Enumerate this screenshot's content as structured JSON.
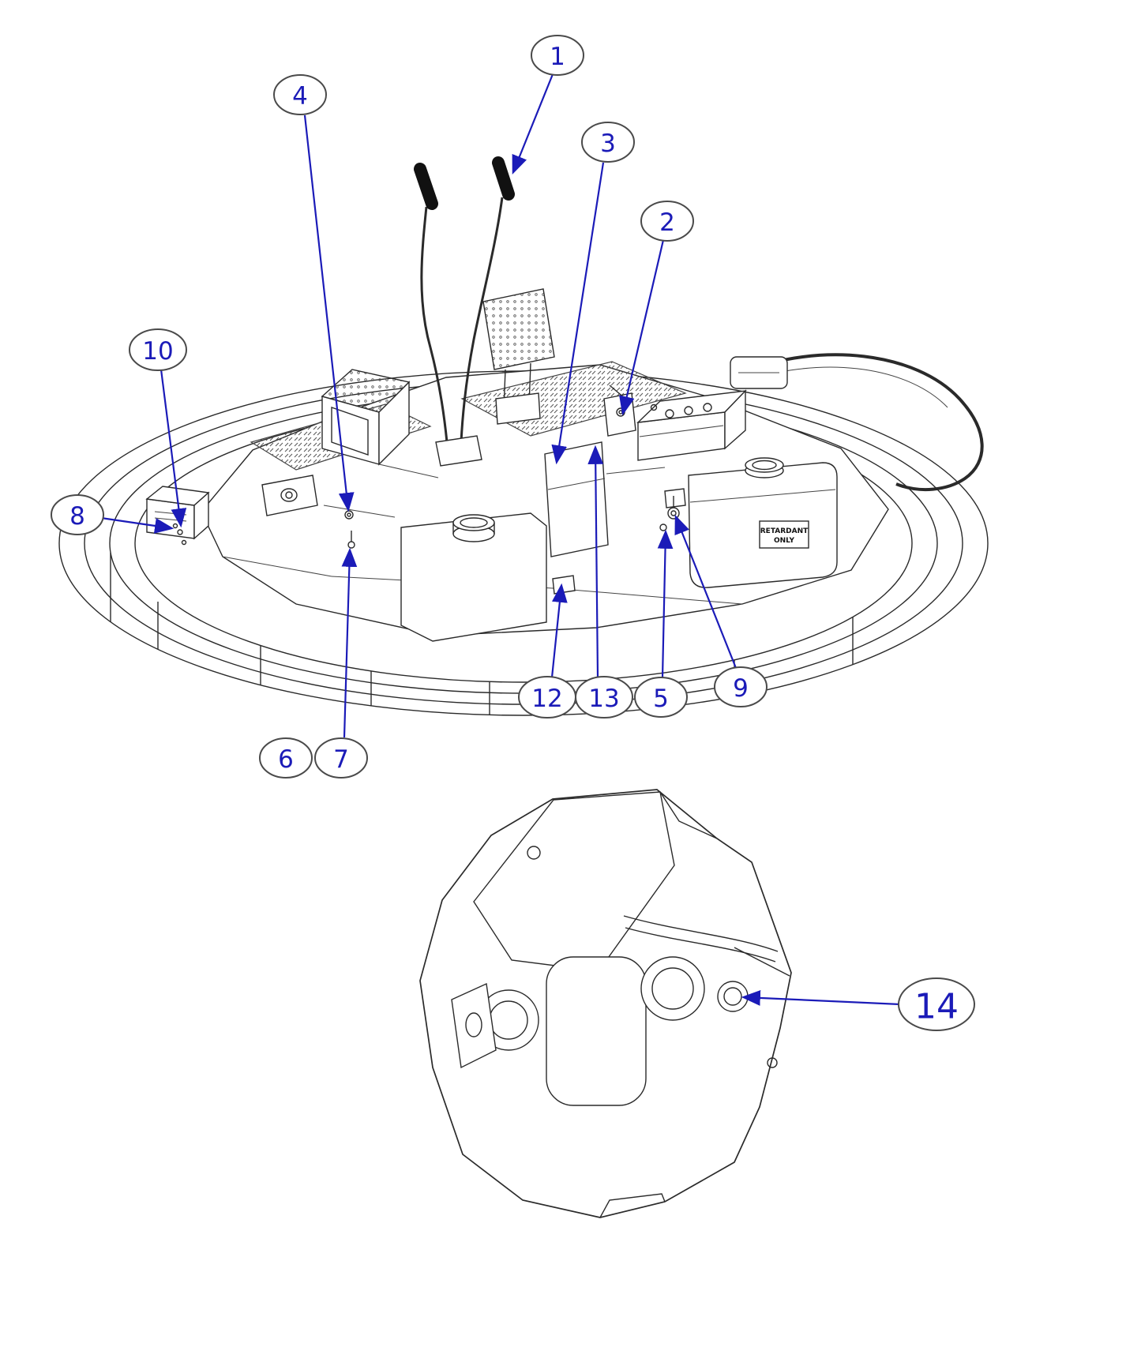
{
  "diagram": {
    "callouts": {
      "c1": "1",
      "c2": "2",
      "c3": "3",
      "c4": "4",
      "c5": "5",
      "c6": "6",
      "c7": "7",
      "c8": "8",
      "c9": "9",
      "c10": "10",
      "c12": "12",
      "c13": "13",
      "c14": "14"
    },
    "tank_label": {
      "line1": "RETARDANT",
      "line2": "ONLY"
    },
    "colors": {
      "callout_blue": "#1b1bb8",
      "line_black": "#2a2a2a"
    }
  }
}
